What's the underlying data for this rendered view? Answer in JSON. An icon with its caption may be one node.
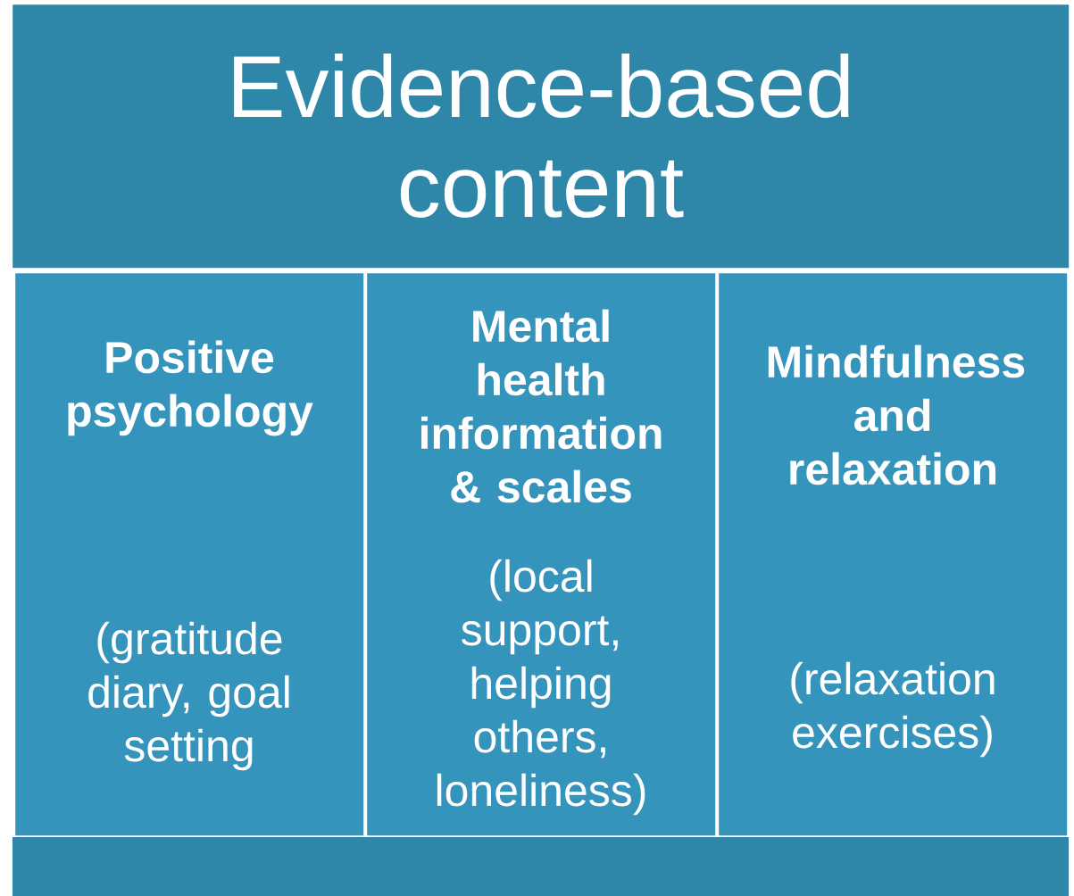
{
  "diagram": {
    "nodes": [
      {
        "text": [
          "Evidence-based content"
        ]
      },
      {
        "text": [
          "Positive psychology",
          "(gratitude diary, goal setting"
        ]
      },
      {
        "text": [
          "Mental health information & scales",
          "(local support, helping others, loneliness)"
        ]
      },
      {
        "text": [
          "Mindfulness and relaxation",
          "(relaxation exercises)"
        ]
      }
    ],
    "edges": []
  }
}
